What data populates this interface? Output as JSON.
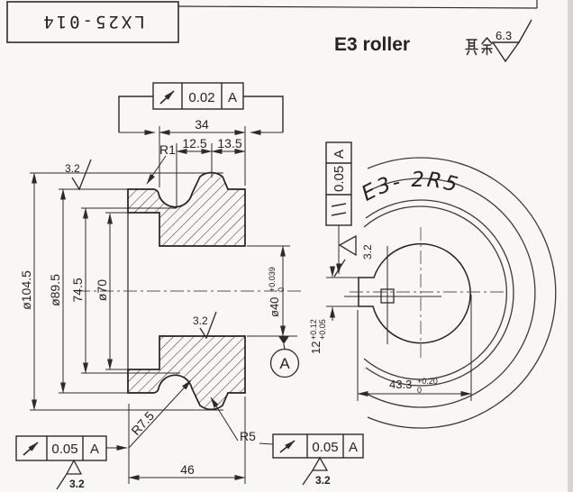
{
  "sheet": {
    "background": "#f8f7f4",
    "line_color": "#2b2b2b",
    "accent_red": "#e8433f"
  },
  "title_block": {
    "part_number": "LX25-014",
    "orientation": "rotated-180"
  },
  "header": {
    "product_name": "E3 roller",
    "general_note_prefix": "其余",
    "general_roughness": "6.3"
  },
  "fcf": {
    "top": {
      "symbol": "circular-runout",
      "tol": "0.02",
      "datum": "A"
    },
    "bottom_left": {
      "symbol": "circular-runout",
      "tol": "0.05",
      "datum": "A",
      "roughness": "3.2"
    },
    "bottom_right": {
      "symbol": "circular-runout",
      "tol": "0.05",
      "datum": "A",
      "roughness": "3.2"
    },
    "side": {
      "symbol": "parallelism",
      "tol": "0.05",
      "datum": "A",
      "roughness": "3.2"
    }
  },
  "section_view": {
    "datum_label": "A",
    "dims": {
      "overall_width": "46",
      "hub_width": "34",
      "groove_pitch": "12.5",
      "groove_to_face": "13.5",
      "corner_radius": "R1",
      "groove_radius": "R7.5",
      "rim_radius": "R5",
      "outer_dia": "ø104.5",
      "flange_dia": "ø89.5",
      "groove_bottom_dia": "74.5",
      "recess_dia": "ø70",
      "bore": {
        "value": "ø40",
        "upper": "+0.039",
        "lower": "0"
      }
    },
    "surface_finish": {
      "flange": "3.2",
      "bore": "3.2"
    }
  },
  "end_view": {
    "arc_label": "E3- 2R5",
    "keyway_width": {
      "value": "12",
      "upper": "+0.12",
      "lower": "+0.05"
    },
    "keyway_depth": {
      "value": "43.3",
      "upper": "+0.20",
      "lower": "0"
    }
  }
}
